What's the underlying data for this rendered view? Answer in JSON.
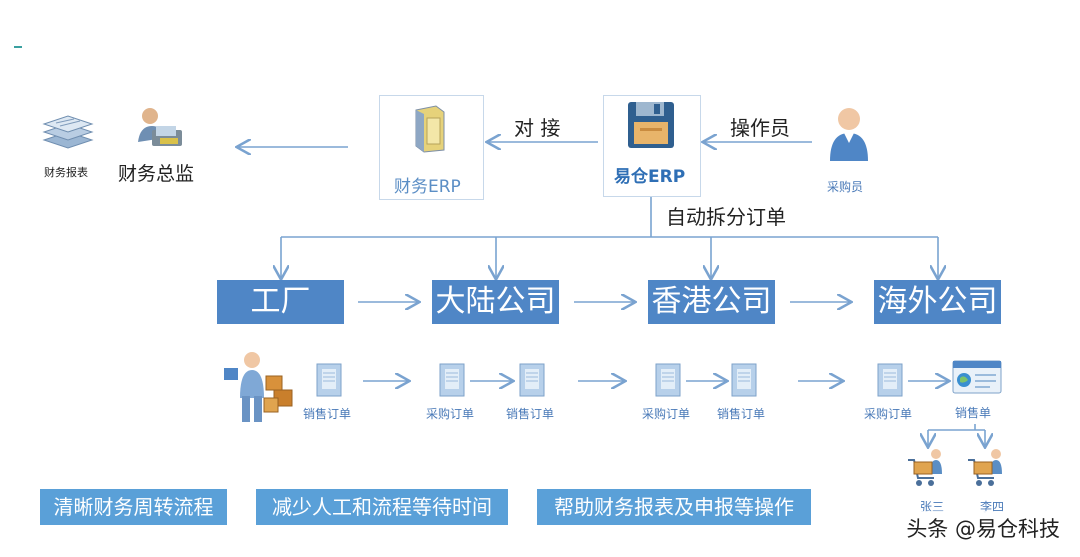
{
  "top": {
    "finance_report_label": "财务报表",
    "finance_director_label": "财务总监",
    "docking_label": "对 接",
    "finance_erp_label": "财务ERP",
    "yicang_erp_label": "易仓ERP",
    "operator_label": "操作员",
    "purchaser_label": "采购员",
    "auto_split_label": "自动拆分订单"
  },
  "companies": [
    "工厂",
    "大陆公司",
    "香港公司",
    "海外公司"
  ],
  "documents": {
    "factory_sales": "销售订单",
    "mainland_purchase": "采购订单",
    "mainland_sales": "销售订单",
    "hk_purchase": "采购订单",
    "hk_sales": "销售订单",
    "overseas_purchase": "采购订单",
    "overseas_sales": "销售单"
  },
  "customers": [
    "张三",
    "李四"
  ],
  "benefits": [
    "清晰财务周转流程",
    "减少人工和流程等待时间",
    "帮助财务报表及申报等操作"
  ],
  "watermark": "头条 @易仓科技",
  "colors": {
    "company_fill": "#4f86c6",
    "benefit_fill": "#5aa0d8",
    "arrow": "#7aa3d0",
    "label_blue": "#3a7cc4"
  }
}
